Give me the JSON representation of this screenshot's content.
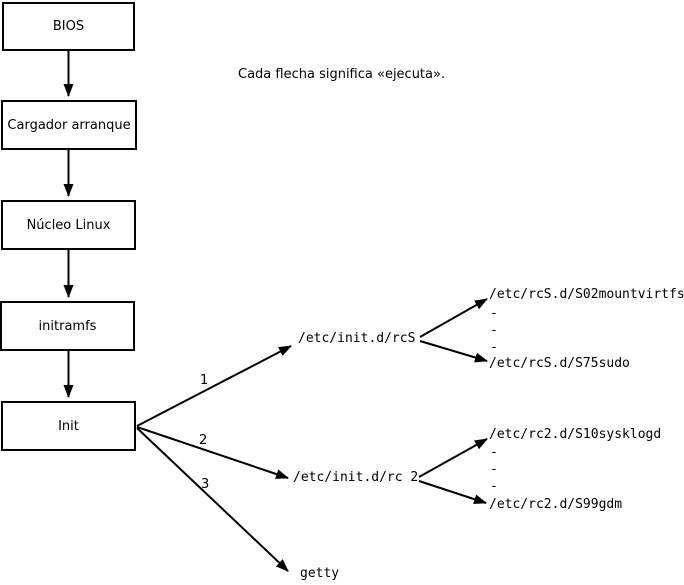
{
  "caption": "Cada flecha significa «ejecuta».",
  "flow_boxes": [
    {
      "label": "BIOS"
    },
    {
      "label": "Cargador arranque"
    },
    {
      "label": "Núcleo Linux"
    },
    {
      "label": "initramfs"
    },
    {
      "label": "Init"
    }
  ],
  "init_branches": [
    {
      "number": "1",
      "target": "/etc/init.d/rcS"
    },
    {
      "number": "2",
      "target": "/etc/init.d/rc 2"
    },
    {
      "number": "3",
      "target": "getty"
    }
  ],
  "rcS_scripts": {
    "first": "/etc/rcS.d/S02mountvirtfs",
    "dots": [
      "-",
      "-",
      "-"
    ],
    "last": "/etc/rcS.d/S75sudo"
  },
  "rc2_scripts": {
    "first": "/etc/rc2.d/S10sysklogd",
    "dots": [
      "-",
      "-",
      "-"
    ],
    "last": "/etc/rc2.d/S99gdm"
  }
}
